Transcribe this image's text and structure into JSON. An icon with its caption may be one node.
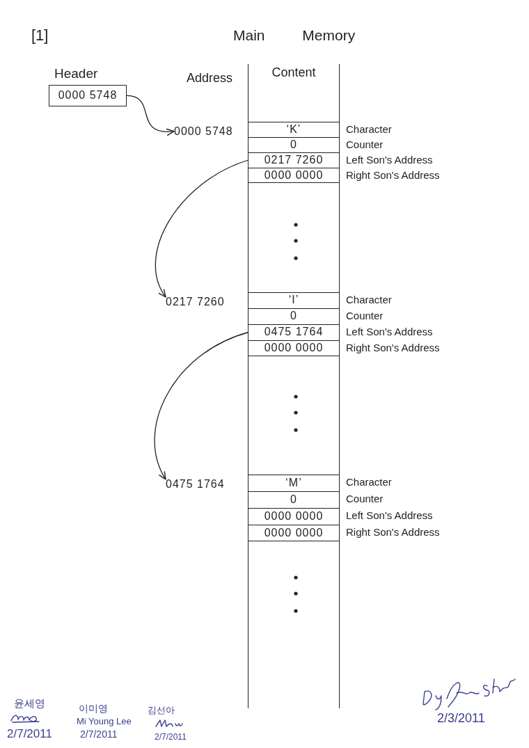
{
  "diagram": {
    "title": "Main Memory",
    "nodes": [
      {
        "text": [
          "Header",
          "0000 5748"
        ]
      },
      {
        "text": [
          "Content"
        ]
      },
      {
        "text": [
          "0000 5748"
        ]
      },
      {
        "text": [
          "‘K’"
        ],
        "in": 1,
        "beside": [
          "Character"
        ]
      },
      {
        "text": [
          "0"
        ],
        "in": 1,
        "beside": [
          "Counter"
        ]
      },
      {
        "text": [
          "0217 7260"
        ],
        "in": 1,
        "beside": [
          "Left Son's Address"
        ]
      },
      {
        "text": [
          "0000 0000"
        ],
        "in": 1,
        "beside": [
          "Right Son's Address"
        ]
      },
      {
        "text": [
          "0217 7260"
        ]
      },
      {
        "text": [
          "‘I’"
        ],
        "in": 1,
        "beside": [
          "Character"
        ]
      },
      {
        "text": [
          "0"
        ],
        "in": 1,
        "beside": [
          "Counter"
        ]
      },
      {
        "text": [
          "0475 1764"
        ],
        "in": 1,
        "beside": [
          "Left Son's Address"
        ]
      },
      {
        "text": [
          "0000 0000"
        ],
        "in": 1,
        "beside": [
          "Right Son's Address"
        ]
      },
      {
        "text": [
          "0475 1764"
        ]
      },
      {
        "text": [
          "‘M’"
        ],
        "in": 1,
        "beside": [
          "Character"
        ]
      },
      {
        "text": [
          "0"
        ],
        "in": 1,
        "beside": [
          "Counter"
        ]
      },
      {
        "text": [
          "0000 0000"
        ],
        "in": 1,
        "beside": [
          "Left Son's Address"
        ]
      },
      {
        "text": [
          "0000 0000"
        ],
        "in": 1,
        "beside": [
          "Right Son's Address"
        ]
      }
    ],
    "edges": [
      {
        "from": 0,
        "to": 2,
        "arrow": "to"
      },
      {
        "from": 5,
        "to": 7,
        "arrow": "to"
      },
      {
        "from": 10,
        "to": 12,
        "arrow": "to"
      }
    ],
    "labels": [
      "[1]",
      "Address",
      "윤세영",
      "이미영",
      "김선아",
      "Mi Young Lee",
      "2/3/2011",
      "2/7/2011",
      "2/7/2011",
      "2/7/2011"
    ]
  }
}
